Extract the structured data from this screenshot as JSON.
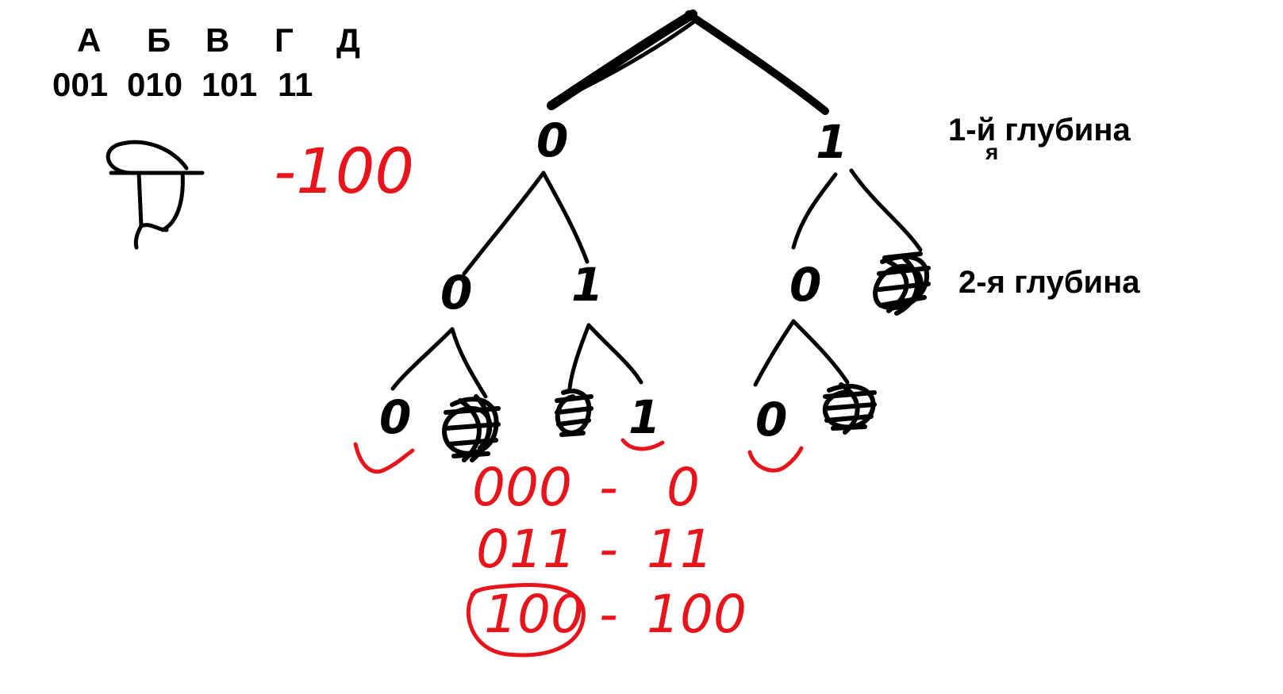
{
  "header": {
    "letters": [
      "А",
      "Б",
      "В",
      "Г",
      "Д"
    ],
    "codes": [
      "001",
      "010",
      "101",
      "11"
    ]
  },
  "depth_labels": {
    "depth1": "1-й глубина",
    "depth1_correction": "я",
    "depth2": "2-я глубина"
  },
  "answer": {
    "letter": "Д",
    "code": "-100"
  },
  "tree": {
    "root_left": "0",
    "root_right": "1",
    "level2": [
      "0",
      "1",
      "0"
    ],
    "level3": [
      "0",
      "1",
      "0"
    ]
  },
  "candidates": [
    {
      "code": "000",
      "separator": "-",
      "result": "0"
    },
    {
      "code": "011",
      "separator": "-",
      "result": "11"
    },
    {
      "code": "100",
      "separator": "-",
      "result": "100"
    }
  ],
  "colors": {
    "ink": "#000000",
    "red_ink": "#e8141c",
    "background": "#ffffff"
  }
}
